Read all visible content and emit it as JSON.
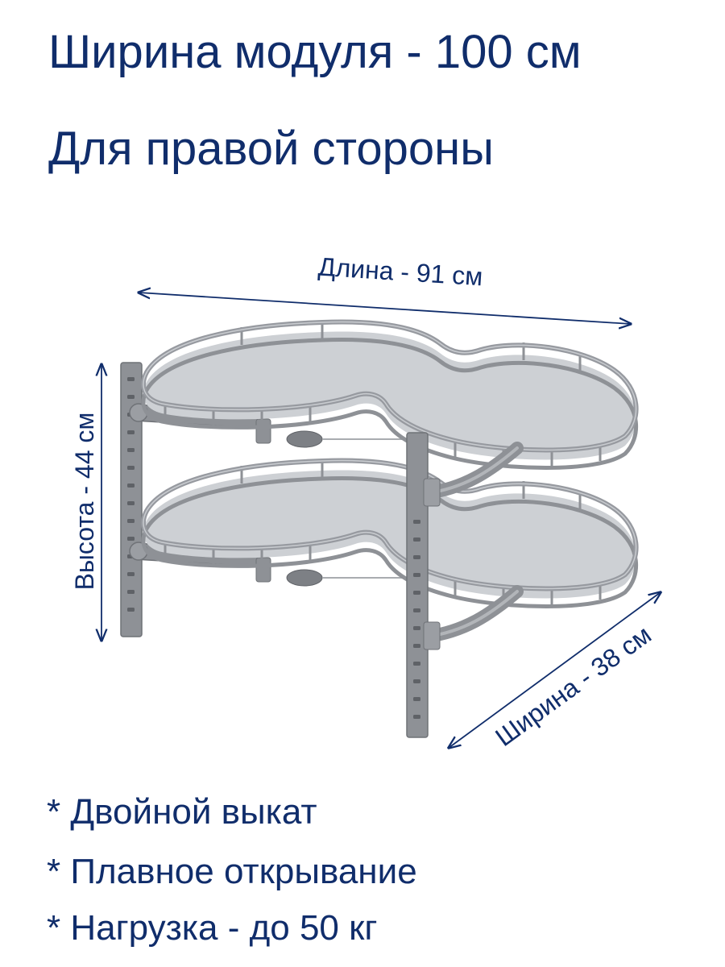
{
  "title": {
    "module_width": "Ширина модуля - 100 см",
    "side": "Для правой стороны"
  },
  "dimensions": {
    "length": "Длина - 91 см",
    "height": "Высота - 44 см",
    "width": "Ширина - 38 см"
  },
  "features": [
    "* Двойной выкат",
    "* Плавное открывание",
    "* Нагрузка - до 50 кг"
  ],
  "colors": {
    "text": "#102d6b",
    "metal": "#8e9196",
    "shelf": "#cdd0d4",
    "background": "#ffffff"
  }
}
